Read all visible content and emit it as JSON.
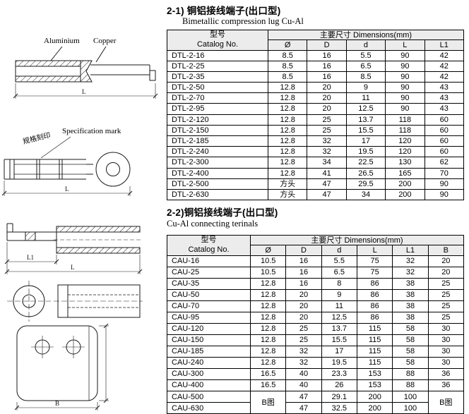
{
  "section1": {
    "title": "2-1) 铜铝接线端子(出口型)",
    "subtitle": "Bimetallic compression lug Cu-Al",
    "table": {
      "catalog_cn": "型号",
      "catalog_en": "Catalog No.",
      "dims_header": "主要尺寸 Dimensions(mm)",
      "columns": [
        "Ø",
        "D",
        "d",
        "L",
        "L1"
      ],
      "rows": [
        [
          "DTL-2-16",
          "8.5",
          "16",
          "5.5",
          "90",
          "42"
        ],
        [
          "DTL-2-25",
          "8.5",
          "16",
          "6.5",
          "90",
          "42"
        ],
        [
          "DTL-2-35",
          "8.5",
          "16",
          "8.5",
          "90",
          "42"
        ],
        [
          "DTL-2-50",
          "12.8",
          "20",
          "9",
          "90",
          "43"
        ],
        [
          "DTL-2-70",
          "12.8",
          "20",
          "11",
          "90",
          "43"
        ],
        [
          "DTL-2-95",
          "12.8",
          "20",
          "12.5",
          "90",
          "43"
        ],
        [
          "DTL-2-120",
          "12.8",
          "25",
          "13.7",
          "118",
          "60"
        ],
        [
          "DTL-2-150",
          "12.8",
          "25",
          "15.5",
          "118",
          "60"
        ],
        [
          "DTL-2-185",
          "12.8",
          "32",
          "17",
          "120",
          "60"
        ],
        [
          "DTL-2-240",
          "12.8",
          "32",
          "19.5",
          "120",
          "60"
        ],
        [
          "DTL-2-300",
          "12.8",
          "34",
          "22.5",
          "130",
          "62"
        ],
        [
          "DTL-2-400",
          "12.8",
          "41",
          "26.5",
          "165",
          "70"
        ],
        [
          "DTL-2-500",
          "方头",
          "47",
          "29.5",
          "200",
          "90"
        ],
        [
          "DTL-2-630",
          "方头",
          "47",
          "34",
          "200",
          "90"
        ]
      ]
    }
  },
  "section2": {
    "title": "2-2)铜铝接线端子(出口型)",
    "subtitle": "Cu-Al connecting terinals",
    "table": {
      "catalog_cn": "型号",
      "catalog_en": "Catalog No.",
      "dims_header": "主要尺寸 Dimensions(mm)",
      "columns": [
        "Ø",
        "D",
        "d",
        "L",
        "L1",
        "B"
      ],
      "rows": [
        [
          "CAU-16",
          "10.5",
          "16",
          "5.5",
          "75",
          "32",
          "20"
        ],
        [
          "CAU-25",
          "10.5",
          "16",
          "6.5",
          "75",
          "32",
          "20"
        ],
        [
          "CAU-35",
          "12.8",
          "16",
          "8",
          "86",
          "38",
          "25"
        ],
        [
          "CAU-50",
          "12.8",
          "20",
          "9",
          "86",
          "38",
          "25"
        ],
        [
          "CAU-70",
          "12.8",
          "20",
          "11",
          "86",
          "38",
          "25"
        ],
        [
          "CAU-95",
          "12.8",
          "20",
          "12.5",
          "86",
          "38",
          "25"
        ],
        [
          "CAU-120",
          "12.8",
          "25",
          "13.7",
          "115",
          "58",
          "30"
        ],
        [
          "CAU-150",
          "12.8",
          "25",
          "15.5",
          "115",
          "58",
          "30"
        ],
        [
          "CAU-185",
          "12.8",
          "32",
          "17",
          "115",
          "58",
          "30"
        ],
        [
          "CAU-240",
          "12.8",
          "32",
          "19.5",
          "115",
          "58",
          "30"
        ],
        [
          "CAU-300",
          "16.5",
          "40",
          "23.3",
          "153",
          "88",
          "36"
        ],
        [
          "CAU-400",
          "16.5",
          "40",
          "26",
          "153",
          "88",
          "36"
        ],
        [
          "CAU-500",
          {
            "text": "B图",
            "rowspan": 2
          },
          "47",
          "29.1",
          "200",
          "100",
          {
            "text": "B图",
            "rowspan": 2
          }
        ],
        [
          "CAU-630",
          null,
          "47",
          "32.5",
          "200",
          "100",
          null
        ]
      ]
    }
  },
  "drawings": {
    "aluminium_label": "Aluminium",
    "copper_label": "Copper",
    "spec_mark_label": "Specification mark",
    "spec_mark_annotation": "规格刻印",
    "dim_l": "L",
    "dim_l1": "L1",
    "dim_b": "B"
  }
}
